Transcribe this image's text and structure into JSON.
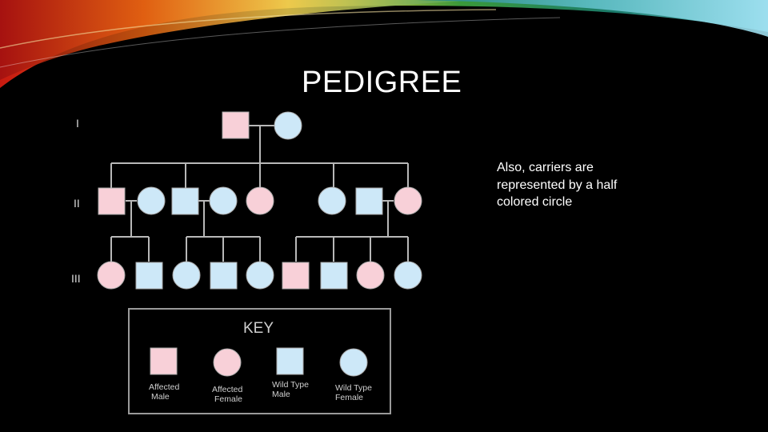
{
  "slide": {
    "title": "PEDIGREE",
    "note": "Also, carriers are represented by a half colored circle"
  },
  "generations": [
    "I",
    "II",
    "III"
  ],
  "key": {
    "title": "KEY",
    "items": [
      {
        "line1": "Affected",
        "line2": "Male"
      },
      {
        "line1": "Affected",
        "line2": "Female"
      },
      {
        "line1": "Wild Type",
        "line2": "Male"
      },
      {
        "line1": "Wild Type",
        "line2": "Female"
      }
    ]
  },
  "colors": {
    "affected": "#f8d0d8",
    "wild_type": "#cde8f8",
    "line": "#b8b8b8",
    "background": "#000000"
  }
}
